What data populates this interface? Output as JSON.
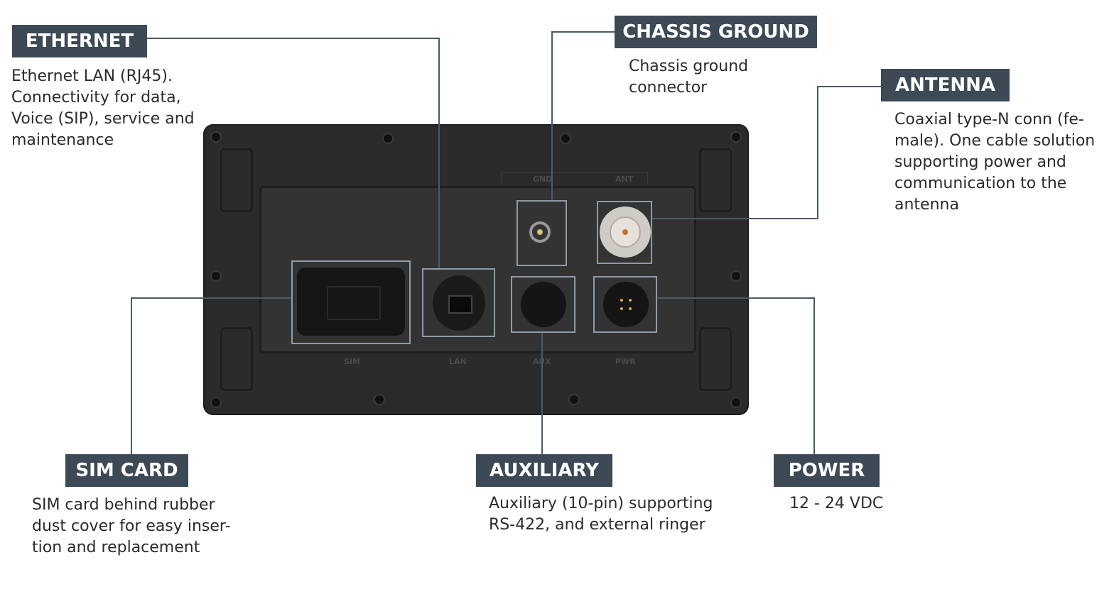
{
  "callouts": {
    "ethernet": {
      "title": "ETHERNET",
      "text": "Ethernet LAN (RJ45).\nConnectivity for data,\nVoice (SIP), service and\nmaintenance"
    },
    "chassis_ground": {
      "title": "CHASSIS GROUND",
      "text": "Chassis ground\nconnector"
    },
    "antenna": {
      "title": "ANTENNA",
      "text": "Coaxial type-N conn (fe-\nmale). One cable solution\nsupporting power and\ncommunication to the\nantenna"
    },
    "sim_card": {
      "title": "SIM CARD",
      "text": "SIM card behind rubber\ndust cover for easy inser-\ntion and replacement"
    },
    "auxiliary": {
      "title": "AUXILIARY",
      "text": "Auxiliary (10-pin) supporting\nRS-422, and external ringer"
    },
    "power": {
      "title": "POWER",
      "text": "12 - 24 VDC"
    }
  },
  "port_labels": {
    "sim": "SIM",
    "lan": "LAN",
    "aux": "AUX",
    "pwr": "PWR",
    "gnd": "GND",
    "ant": "ANT"
  }
}
